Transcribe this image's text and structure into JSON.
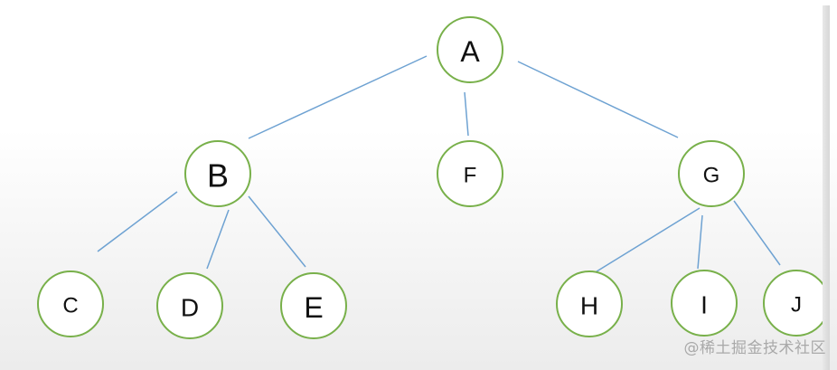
{
  "diagram": {
    "type": "tree",
    "colors": {
      "edge": "#6ea2d2",
      "node_border": "#78b04a",
      "node_fill": "#ffffff",
      "label": "#111111"
    },
    "nodes": [
      {
        "id": "A",
        "label": "A"
      },
      {
        "id": "B",
        "label": "B"
      },
      {
        "id": "F",
        "label": "F"
      },
      {
        "id": "G",
        "label": "G"
      },
      {
        "id": "C",
        "label": "C"
      },
      {
        "id": "D",
        "label": "D"
      },
      {
        "id": "E",
        "label": "E"
      },
      {
        "id": "H",
        "label": "H"
      },
      {
        "id": "I",
        "label": "I"
      },
      {
        "id": "J",
        "label": "J"
      }
    ],
    "edges": [
      {
        "from": "A",
        "to": "B"
      },
      {
        "from": "A",
        "to": "F"
      },
      {
        "from": "A",
        "to": "G"
      },
      {
        "from": "B",
        "to": "C"
      },
      {
        "from": "B",
        "to": "D"
      },
      {
        "from": "B",
        "to": "E"
      },
      {
        "from": "G",
        "to": "H"
      },
      {
        "from": "G",
        "to": "I"
      },
      {
        "from": "G",
        "to": "J"
      }
    ]
  },
  "watermark": {
    "text": "@稀土掘金技术社区"
  }
}
